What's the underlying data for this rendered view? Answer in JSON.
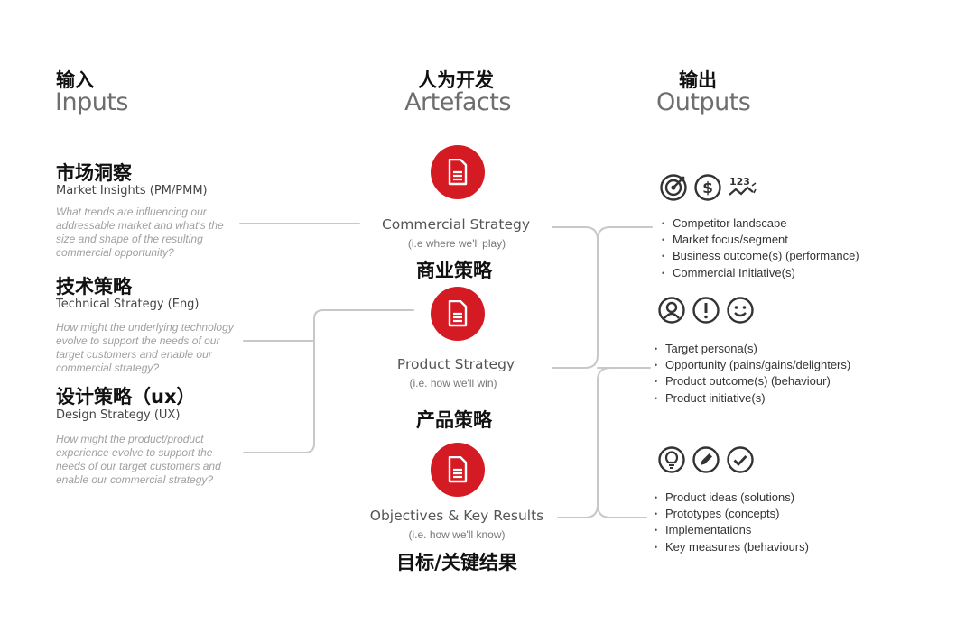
{
  "columns": {
    "inputs": {
      "zh": "输入",
      "en": "Inputs"
    },
    "artefacts": {
      "zh": "人为开发",
      "en": "Artefacts"
    },
    "outputs": {
      "zh": "输出",
      "en": "Outputs"
    }
  },
  "inputs": [
    {
      "zh": "市场洞察",
      "en": "Market Insights (PM/PMM)",
      "desc": "What trends are influencing our addressable market and what's the size and shape of the resulting commercial opportunity?"
    },
    {
      "zh": "技术策略",
      "en": "Technical Strategy (Eng)",
      "desc": "How might the underlying technology evolve to support the needs of our target customers and enable our commercial strategy?"
    },
    {
      "zh": "设计策略（ux）",
      "en": "Design Strategy (UX)",
      "desc": "How might the product/product experience evolve to support the needs of our target customers and enable our commercial strategy?"
    }
  ],
  "artefacts": [
    {
      "en": "Commercial Strategy",
      "sub": "(i.e where we'll play)",
      "zh": "商业策略",
      "icon": "document-icon"
    },
    {
      "en": "Product Strategy",
      "sub": "(i.e. how we'll win)",
      "zh": "产品策略",
      "icon": "document-icon"
    },
    {
      "en": "Objectives & Key Results",
      "sub": "(i.e. how we'll know)",
      "zh": "目标/关键结果",
      "icon": "document-icon"
    }
  ],
  "outputs": [
    {
      "icons": [
        "target-icon",
        "dollar-icon",
        "numbers-trend-icon"
      ],
      "items": [
        "Competitor landscape",
        "Market focus/segment",
        "Business outcome(s) (performance)",
        "Commercial Initiative(s)"
      ]
    },
    {
      "icons": [
        "user-icon",
        "exclamation-icon",
        "smiley-icon"
      ],
      "items": [
        "Target persona(s)",
        "Opportunity (pains/gains/delighters)",
        "Product outcome(s) (behaviour)",
        "Product initiative(s)"
      ]
    },
    {
      "icons": [
        "lightbulb-icon",
        "pencil-icon",
        "checkmark-icon"
      ],
      "items": [
        "Product ideas (solutions)",
        "Prototypes (concepts)",
        "Implementations",
        "Key measures (behaviours)"
      ]
    }
  ],
  "icon_text": {
    "numbers": "123"
  },
  "colors": {
    "accent": "#d41a22",
    "line": "#c8c8c8",
    "muted": "#a0a0a0"
  }
}
